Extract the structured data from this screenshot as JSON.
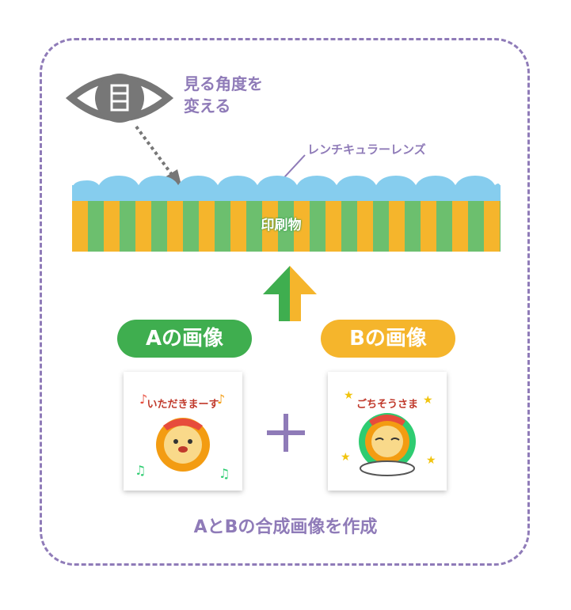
{
  "diagram": {
    "eye_label_line1": "見る角度を",
    "eye_label_line2": "変える",
    "lens_label": "レンチキュラーレンズ",
    "print_label": "印刷物",
    "image_a_label": "Aの画像",
    "image_b_label": "Bの画像",
    "image_a_caption": "いただきまーす",
    "image_b_caption": "ごちそうさま",
    "composite_label": "AとBの合成画像を作成"
  },
  "colors": {
    "frame": "#8f7bb8",
    "green": "#3fae4f",
    "orange": "#f5b52c",
    "lens": "#86cdee"
  }
}
